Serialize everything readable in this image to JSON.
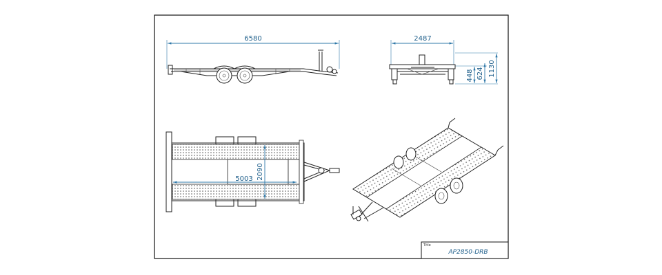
{
  "dimensions": {
    "side_length": "6580",
    "rear_width": "2487",
    "rear_deck_height": "448",
    "rear_frame_height": "624",
    "rear_total_height": "1130",
    "top_bed_length": "5003",
    "top_bed_width": "2090"
  },
  "title_block": {
    "label": "Title",
    "model": "AP2850-DRB"
  },
  "colors": {
    "dimension": "#2f78a8",
    "drawing": "#222222"
  }
}
